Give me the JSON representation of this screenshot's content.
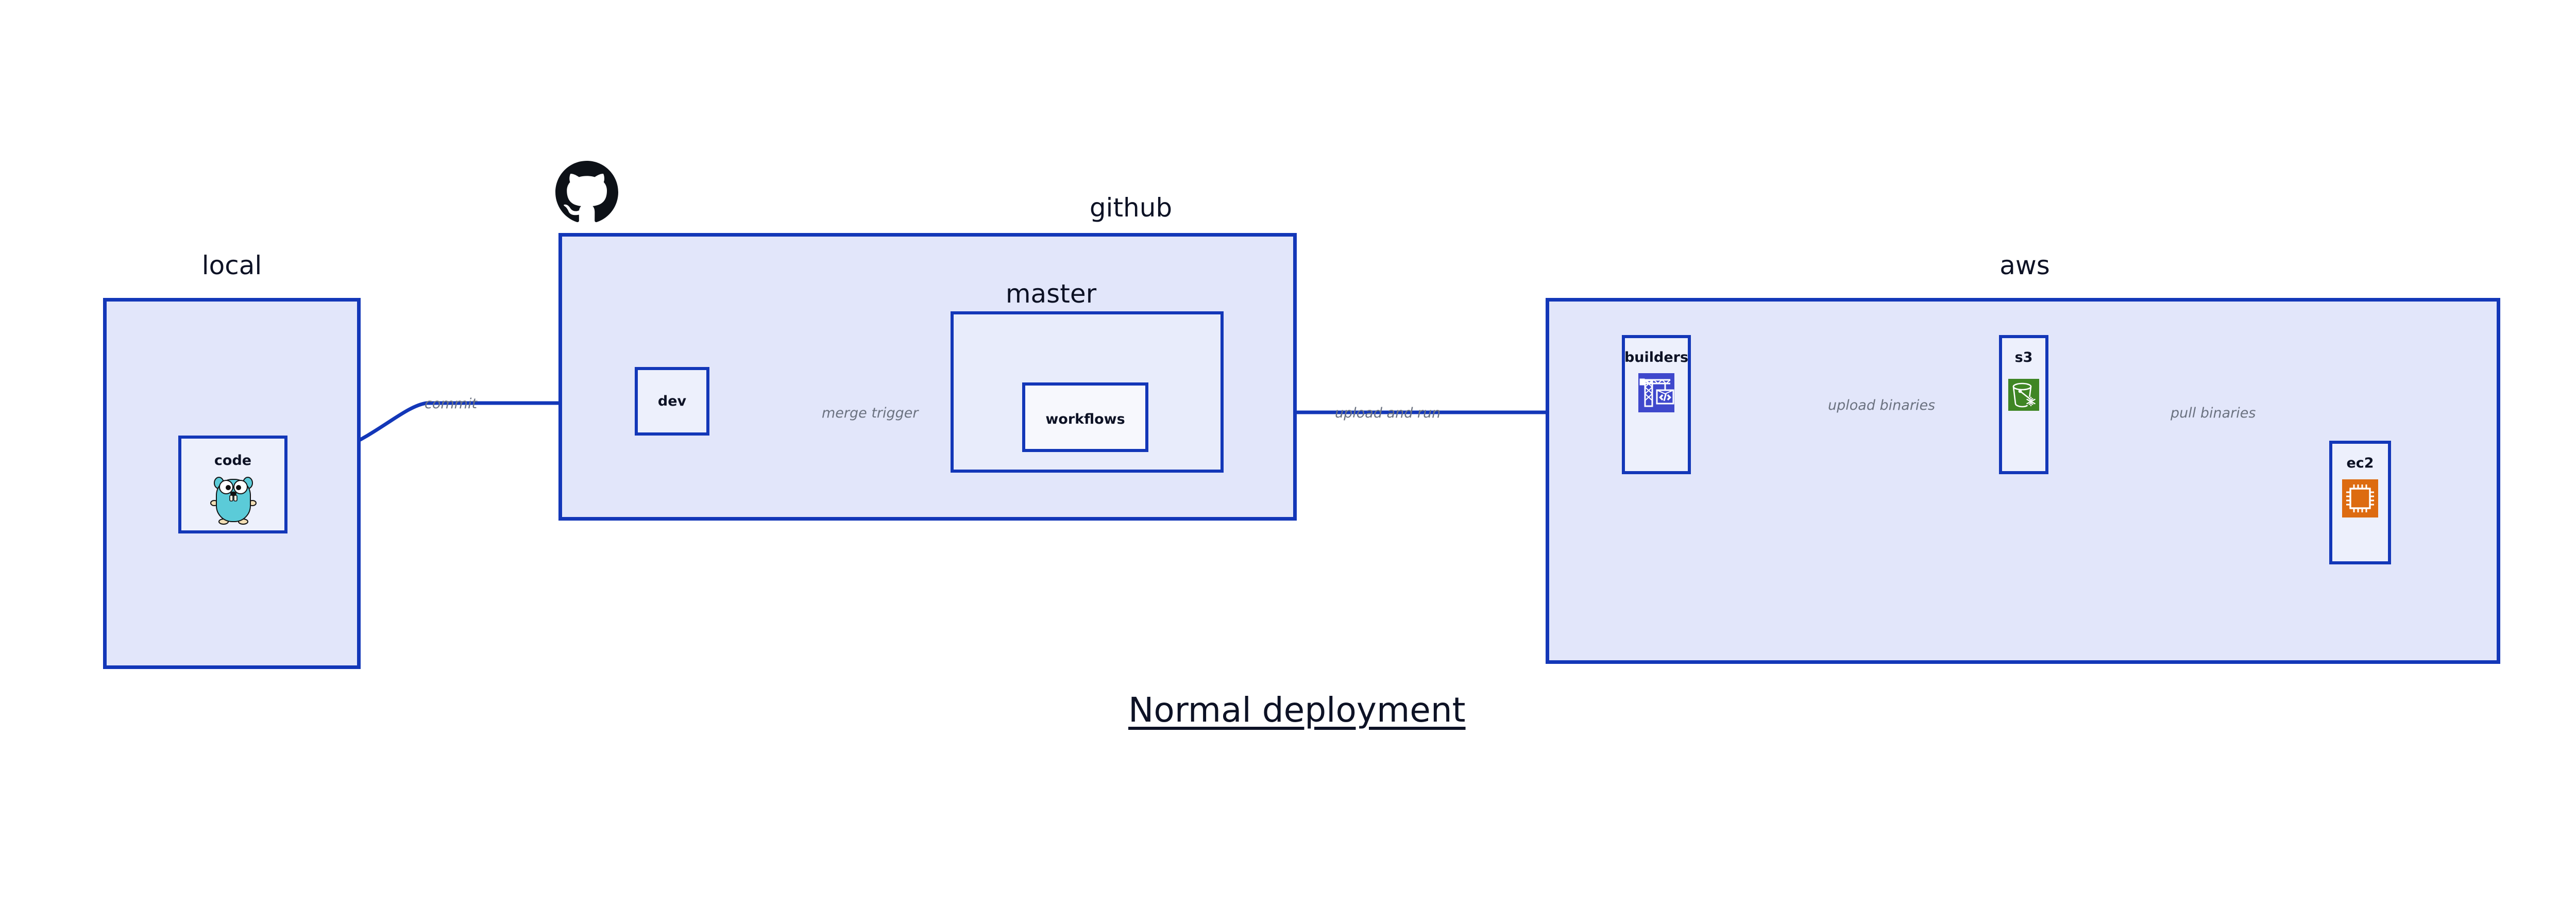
{
  "diagram": {
    "caption": "Normal deployment",
    "accent_color": "#1337b8",
    "group_fill": "#e2e6fa",
    "nested_fill": "#e8ecfb",
    "leaf_fill": "#edf0fc",
    "label_color": "#6b7280",
    "text_color": "#0d1225"
  },
  "groups": {
    "local": {
      "title": "local"
    },
    "github": {
      "title": "github",
      "logo": "github-octocat-icon"
    },
    "master": {
      "title": "master"
    },
    "aws": {
      "title": "aws"
    }
  },
  "nodes": {
    "code": {
      "label": "code",
      "icon": "go-gopher-icon"
    },
    "dev": {
      "label": "dev"
    },
    "workflows": {
      "label": "workflows"
    },
    "builders": {
      "label": "builders",
      "icon": "aws-crane-code-icon",
      "icon_color": "#3f48cc"
    },
    "s3": {
      "label": "s3",
      "icon": "aws-s3-glacier-bucket-icon",
      "icon_color": "#3f8624"
    },
    "ec2": {
      "label": "ec2",
      "icon": "aws-ec2-chip-icon",
      "icon_color": "#dd6b10"
    }
  },
  "edges": [
    {
      "id": "commit",
      "label": "commit",
      "from": "code",
      "to": "dev"
    },
    {
      "id": "merge-trigger",
      "label": "merge trigger",
      "from": "dev",
      "to": "workflows"
    },
    {
      "id": "upload-and-run",
      "label": "upload and run",
      "from": "workflows",
      "to": "builders"
    },
    {
      "id": "upload-binaries",
      "label": "upload binaries",
      "from": "builders",
      "to": "s3"
    },
    {
      "id": "pull-binaries",
      "label": "pull binaries",
      "from": "s3",
      "to": "ec2"
    }
  ]
}
